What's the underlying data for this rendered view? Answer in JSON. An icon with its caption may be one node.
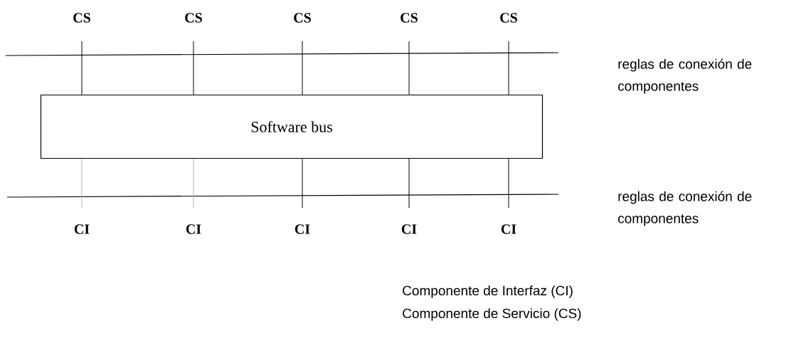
{
  "diagram": {
    "nodes": [
      {
        "text": [
          "Software bus"
        ]
      },
      {
        "text": [
          "CS"
        ]
      },
      {
        "text": [
          "CS"
        ]
      },
      {
        "text": [
          "CS"
        ]
      },
      {
        "text": [
          "CS"
        ]
      },
      {
        "text": [
          "CS"
        ]
      },
      {
        "text": [
          "CI"
        ]
      },
      {
        "text": [
          "CI"
        ]
      },
      {
        "text": [
          "CI"
        ]
      },
      {
        "text": [
          "CI"
        ]
      },
      {
        "text": [
          "CI"
        ]
      }
    ],
    "edges": [
      {
        "from": 1,
        "to": 0,
        "arrow": "none"
      },
      {
        "from": 2,
        "to": 0,
        "arrow": "none"
      },
      {
        "from": 3,
        "to": 0,
        "arrow": "none"
      },
      {
        "from": 4,
        "to": 0,
        "arrow": "none"
      },
      {
        "from": 5,
        "to": 0,
        "arrow": "none"
      },
      {
        "from": 0,
        "to": 6,
        "arrow": "none",
        "color": "#b4b4b4"
      },
      {
        "from": 0,
        "to": 7,
        "arrow": "none",
        "color": "#b4b4b4"
      },
      {
        "from": 0,
        "to": 8,
        "arrow": "none"
      },
      {
        "from": 0,
        "to": 9,
        "arrow": "none"
      },
      {
        "from": 0,
        "to": 10,
        "arrow": "none"
      }
    ],
    "labels": [
      "reglas de conexión de componentes",
      "reglas de conexión de componentes",
      "Componente de Interfaz (CI)",
      "Componente de Servicio (CS)"
    ]
  }
}
